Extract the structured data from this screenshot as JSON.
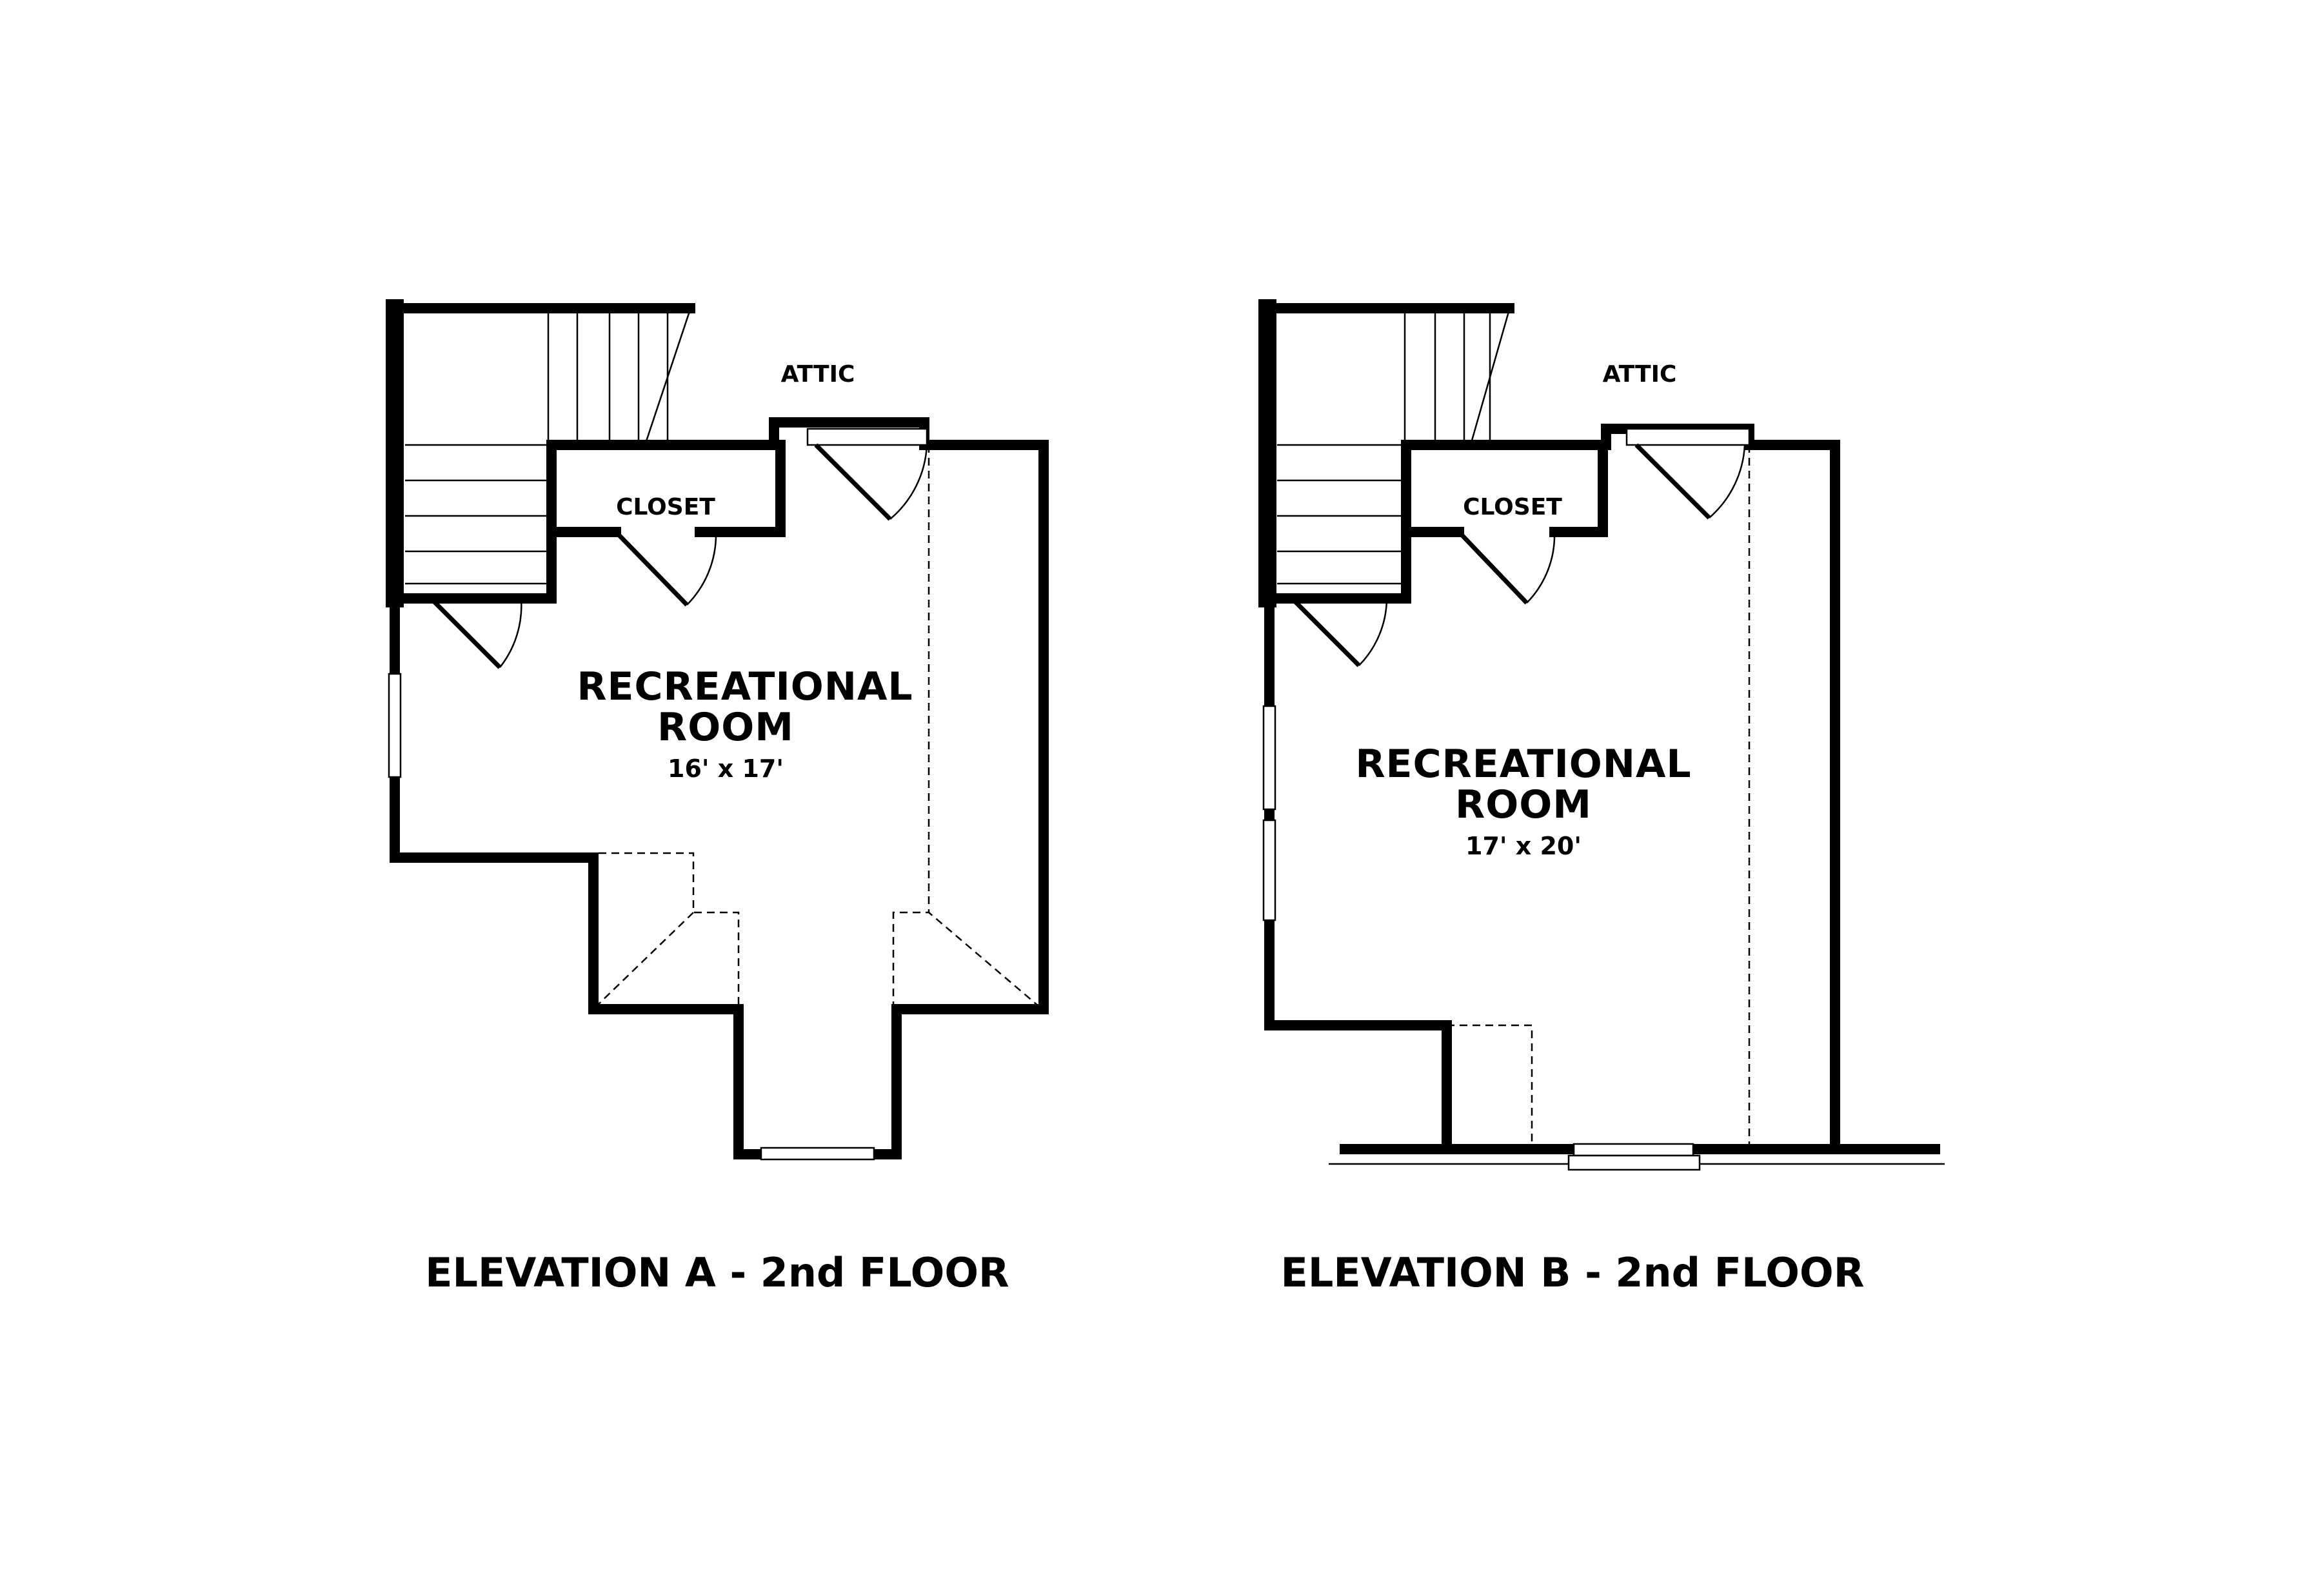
{
  "plan_a": {
    "attic_label": "ATTIC",
    "closet_label": "CLOSET",
    "room_name_line1": "RECREATIONAL",
    "room_name_line2": "ROOM",
    "room_dimensions": "16' x 17'",
    "caption": "ELEVATION A - 2nd FLOOR"
  },
  "plan_b": {
    "attic_label": "ATTIC",
    "closet_label": "CLOSET",
    "room_name_line1": "RECREATIONAL",
    "room_name_line2": "ROOM",
    "room_dimensions": "17' x 20'",
    "caption": "ELEVATION B - 2nd FLOOR"
  },
  "colors": {
    "line": "#000000",
    "background": "#ffffff"
  }
}
